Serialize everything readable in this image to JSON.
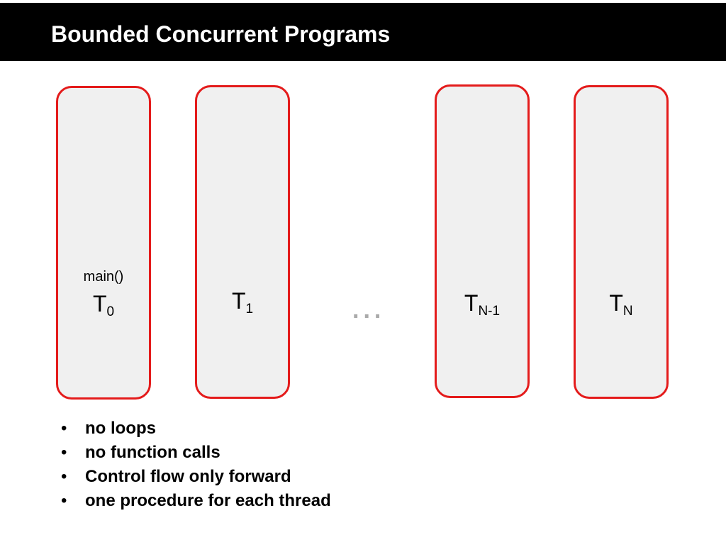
{
  "title": "Bounded Concurrent Programs",
  "threads": [
    {
      "annotation": "main()",
      "name": "T",
      "subscript": "0"
    },
    {
      "name": "T",
      "subscript": "1"
    },
    {
      "name": "T",
      "subscript": "N-1"
    },
    {
      "name": "T",
      "subscript": "N"
    }
  ],
  "ellipsis": "...",
  "bullets": [
    "no loops",
    "no function calls",
    "Control flow only forward",
    "one procedure for each thread"
  ],
  "colors": {
    "title_bar": "#000000",
    "title_text": "#ffffff",
    "thread_border": "#e41b1b",
    "thread_fill": "#f0f0f0",
    "ellipsis": "#aaaaaa"
  }
}
